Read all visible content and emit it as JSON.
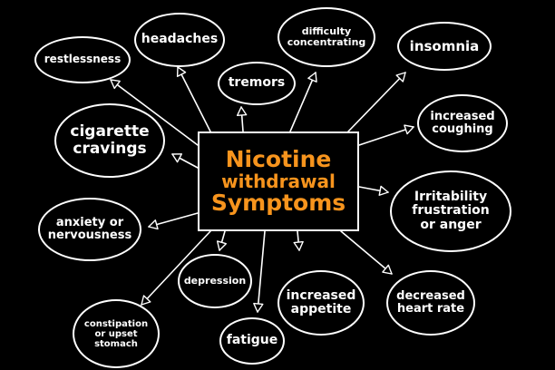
{
  "diagram": {
    "center": {
      "line1": "Nicotine",
      "line2": "withdrawal",
      "line3": "Symptoms"
    },
    "nodes": [
      {
        "id": "restlessness",
        "label": "restlessness"
      },
      {
        "id": "headaches",
        "label": "headaches"
      },
      {
        "id": "tremors",
        "label": "tremors"
      },
      {
        "id": "difficulty-concentrating",
        "label": "difficulty\nconcentrating"
      },
      {
        "id": "insomnia",
        "label": "insomnia"
      },
      {
        "id": "increased-coughing",
        "label": "increased\ncoughing"
      },
      {
        "id": "cigarette-cravings",
        "label": "cigarette\ncravings"
      },
      {
        "id": "irritability",
        "label": "Irritability\nfrustration\nor anger"
      },
      {
        "id": "anxiety",
        "label": "anxiety or\nnervousness"
      },
      {
        "id": "depression",
        "label": "depression"
      },
      {
        "id": "increased-appetite",
        "label": "increased\nappetite"
      },
      {
        "id": "decreased-heart-rate",
        "label": "decreased\nheart rate"
      },
      {
        "id": "constipation",
        "label": "constipation\nor upset\nstomach"
      },
      {
        "id": "fatigue",
        "label": "fatigue"
      }
    ],
    "colors": {
      "background": "#000000",
      "stroke": "#ffffff",
      "title": "#f7941d"
    }
  }
}
